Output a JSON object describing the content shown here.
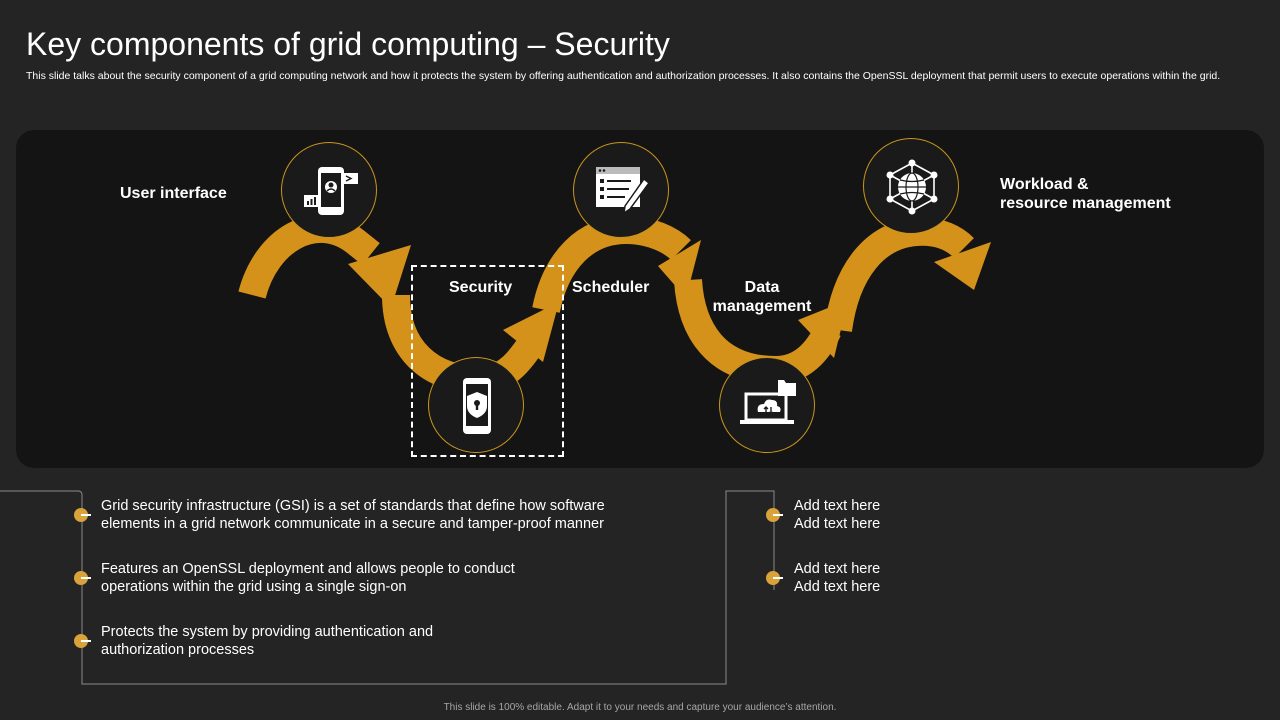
{
  "header": {
    "title": "Key components of grid computing – Security",
    "subtitle": "This slide talks about the security component of a grid computing network and how it protects the system by offering authentication and authorization processes. It also contains the OpenSSL deployment that permit users to execute operations within the grid."
  },
  "stages": {
    "user_interface": "User interface",
    "security": "Security",
    "scheduler": "Scheduler",
    "data_management_1": "Data",
    "data_management_2": "management",
    "workload_1": "Workload &",
    "workload_2": "resource management"
  },
  "icons": {
    "user_interface": "mobile-user-icon",
    "security": "mobile-shield-lock-icon",
    "scheduler": "checklist-pencil-icon",
    "data_management": "laptop-cloud-folder-icon",
    "workload": "globe-network-icon"
  },
  "left_points": {
    "p1_line1": "Grid security infrastructure (GSI) is a set of standards that define how software",
    "p1_line2": "elements in a grid network communicate in a secure and tamper-proof manner",
    "p2_line1": "Features an OpenSSL deployment and allows people to conduct",
    "p2_line2": "operations within the grid using a single sign-on",
    "p3_line1": "Protects the system by providing authentication and",
    "p3_line2": "authorization processes"
  },
  "right_points": {
    "p1_line1": "Add text here",
    "p1_line2": "Add text here",
    "p2_line1": "Add text here",
    "p2_line2": "Add text here"
  },
  "footer": "This slide is 100% editable. Adapt it to your needs and capture your audience’s attention.",
  "colors": {
    "background": "#242424",
    "panel": "#141414",
    "accent": "#d99a1f",
    "arrow": "#d4921b"
  }
}
